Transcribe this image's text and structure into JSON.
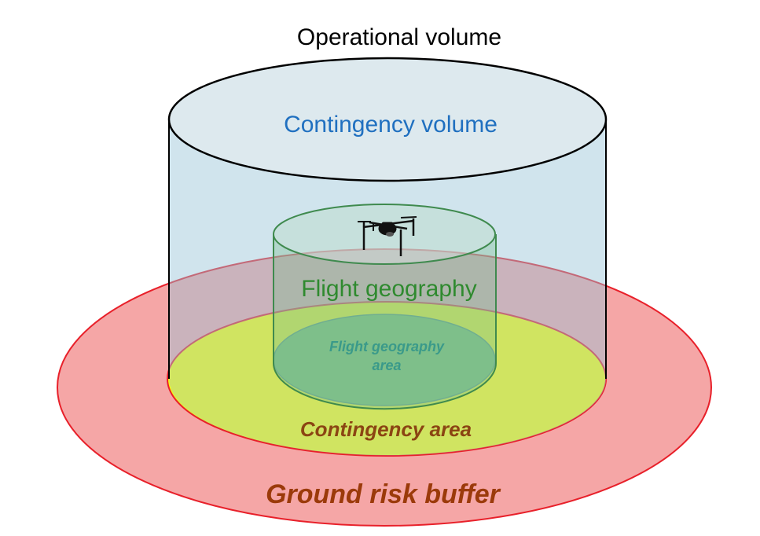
{
  "labels": {
    "operational_volume": "Operational volume",
    "contingency_volume": "Contingency volume",
    "flight_geography": "Flight geography",
    "flight_geography_area_line1": "Flight geography",
    "flight_geography_area_line2": "area",
    "contingency_area": "Contingency area",
    "ground_risk_buffer": "Ground risk buffer"
  },
  "icons": {
    "drone": "drone-icon"
  },
  "colors": {
    "ground_risk_buffer_fill": "#f5a6a6",
    "ground_risk_buffer_stroke": "#e8202a",
    "contingency_area_fill": "#ffff00",
    "contingency_area_stroke": "#e8202a",
    "contingency_volume_fill": "#c9dfe8",
    "contingency_volume_stroke": "#000000",
    "flight_geography_fill": "#c2dcc8",
    "flight_geography_stroke": "#3f8a4e",
    "flight_geography_area_fill": "#6fbf4a",
    "operational_volume_text": "#000000",
    "contingency_volume_text": "#2070c0",
    "flight_geography_text": "#2f8a2f",
    "flight_geography_area_text": "#3a9a8a",
    "contingency_area_text": "#8b4513",
    "ground_risk_buffer_text": "#9b3a0a"
  }
}
